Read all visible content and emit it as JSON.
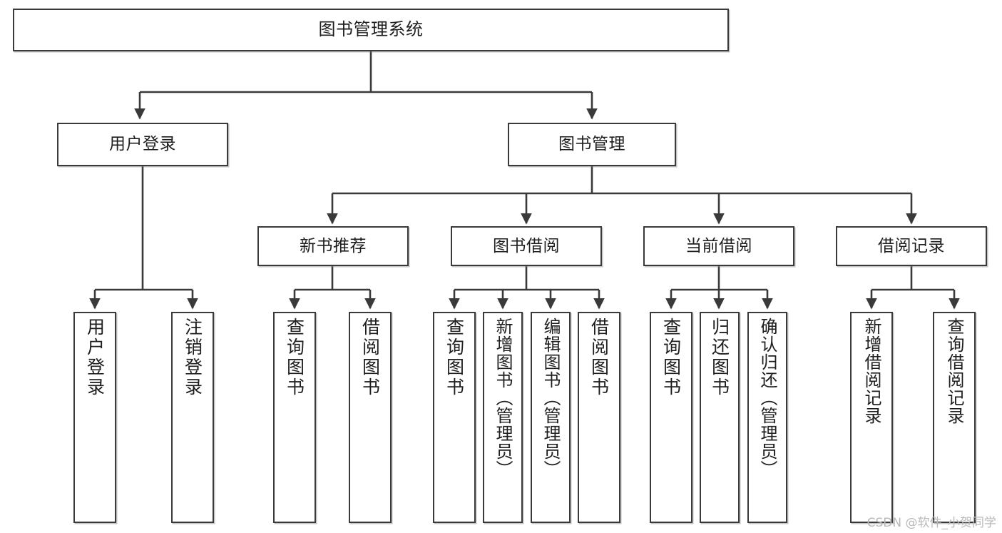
{
  "diagram": {
    "type": "tree-hierarchy-flowchart",
    "title": "图书管理系统",
    "root": {
      "label": "图书管理系统"
    },
    "level2": [
      {
        "label": "用户登录"
      },
      {
        "label": "图书管理"
      }
    ],
    "level3": [
      {
        "label": "新书推荐",
        "parent": "图书管理"
      },
      {
        "label": "图书借阅",
        "parent": "图书管理"
      },
      {
        "label": "当前借阅",
        "parent": "图书管理"
      },
      {
        "label": "借阅记录",
        "parent": "图书管理"
      }
    ],
    "leaves": {
      "user_login": [
        {
          "label": "用户登录"
        },
        {
          "label": "注销登录"
        }
      ],
      "new_book_recommend": [
        {
          "label": "查询图书"
        },
        {
          "label": "借阅图书"
        }
      ],
      "book_borrow": [
        {
          "label": "查询图书"
        },
        {
          "label": "新增图书（管理员）"
        },
        {
          "label": "编辑图书（管理员）"
        },
        {
          "label": "借阅图书"
        }
      ],
      "current_borrow": [
        {
          "label": "查询图书"
        },
        {
          "label": "归还图书"
        },
        {
          "label": "确认归还（管理员）"
        }
      ],
      "borrow_record": [
        {
          "label": "新增借阅记录"
        },
        {
          "label": "查询借阅记录"
        }
      ]
    }
  },
  "watermark": {
    "text": "CSDN @软件_小贺同学"
  },
  "colors": {
    "stroke": "#3a3a3a",
    "fill": "#ffffff",
    "text": "#1e1e1e",
    "watermark": "#b9b9b9"
  }
}
